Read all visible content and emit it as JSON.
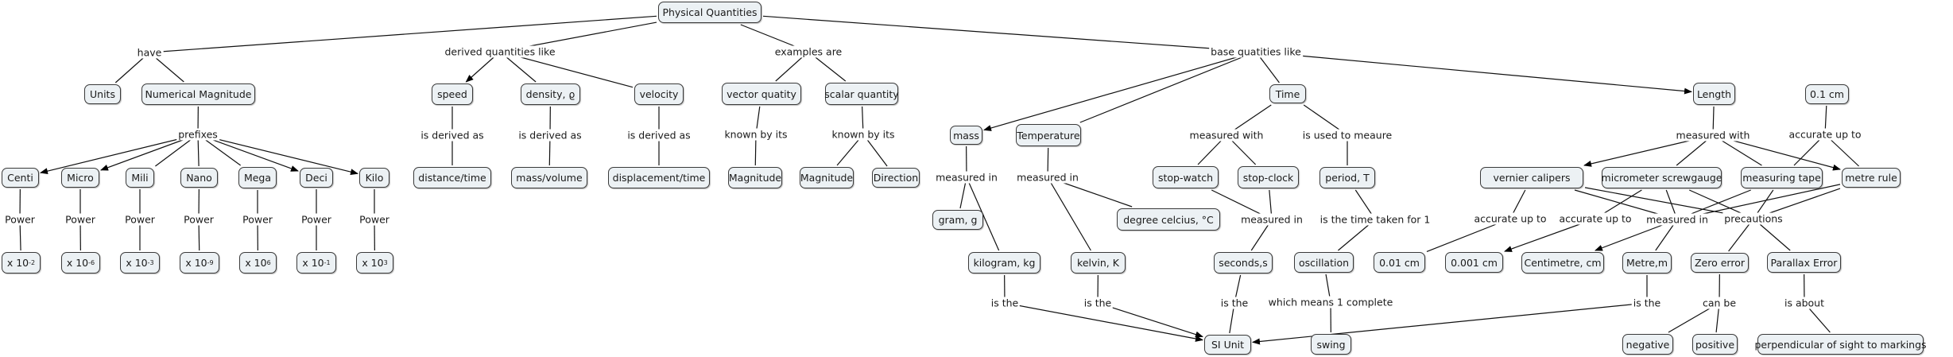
{
  "title": "Physical Quantities",
  "nodes": {
    "pq": "Physical Quantities",
    "units": "Units",
    "nummag": "Numerical Magnitude",
    "centi": "Centi",
    "micro": "Micro",
    "mili": "Mili",
    "nano": "Nano",
    "mega": "Mega",
    "deci": "Deci",
    "kilo": "Kilo",
    "e_centi": "x 10 -2",
    "e_micro": "x 10 -6",
    "e_mili": "x 10 -3",
    "e_nano": "x 10 -9",
    "e_mega": "x 10 6",
    "e_deci": "x 10 -1",
    "e_kilo": "x 10 3",
    "speed": "speed",
    "density": "density, ϱ",
    "velocity": "velocity",
    "distime": "distance/time",
    "massvol": "mass/volume",
    "disptime": "displacement/time",
    "vector": "vector quatity",
    "scalar": "scalar quantity",
    "mag1": "Magnitude",
    "mag2": "Magnitude",
    "direction": "Direction",
    "mass": "mass",
    "temp": "Temperature",
    "gram": "gram, g",
    "kg": "kilogram, kg",
    "kelvin": "kelvin, K",
    "celcius": "degree celcius,  °C",
    "time": "Time",
    "stopwatch": "stop-watch",
    "stopclock": "stop-clock",
    "seconds": "seconds,s",
    "period": "period, T",
    "oscillation": "oscillation",
    "swing": "swing",
    "si": "SI Unit",
    "length": "Length",
    "p01": "0.1 cm",
    "vernier": "vernier calipers",
    "micrometer": "micrometer screwgauge",
    "tape": "measuring tape",
    "metrerule": "metre rule",
    "p001a": "0.01 cm",
    "p0001": "0.001 cm",
    "cm": "Centimetre, cm",
    "metre": "Metre,m",
    "zero": "Zero error",
    "parallax": "Parallax Error",
    "negative": "negative",
    "positive": "positive",
    "perp": "perpendicular of sight to markings"
  },
  "phrases": {
    "have": "have",
    "prefixes": "prefixes",
    "power": "Power",
    "derived": "derived quantities like",
    "isderived": "is derived as",
    "examples": "examples are",
    "knownby": "known by its",
    "base": "base quatities like",
    "measuredin": "measured in",
    "measuredwith": "measured with",
    "usedto": "is used to meaure",
    "timetaken": "is the time taken for 1",
    "which": "which means 1 complete",
    "isthe": "is the",
    "accurate": "accurate up to",
    "precautions": "precautions",
    "canbe": "can be",
    "isabout": "is about"
  }
}
